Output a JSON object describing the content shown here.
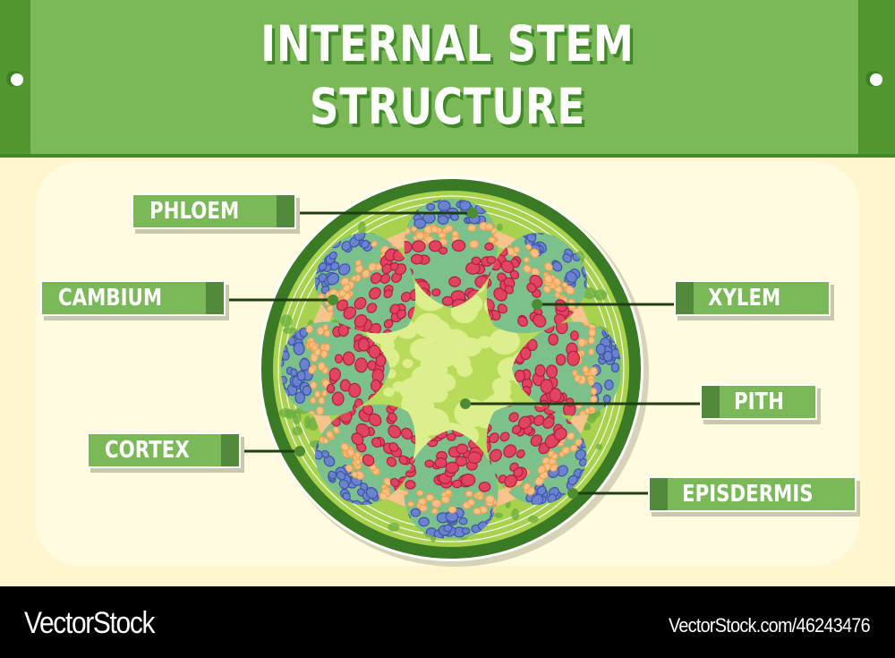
{
  "header": {
    "title_line1": "INTERNAL STEM",
    "title_line2": "STRUCTURE"
  },
  "labels": {
    "phloem": "PHLOEM",
    "cambium": "CAMBIUM",
    "cortex": "CORTEX",
    "xylem": "XYLEM",
    "pith": "PITH",
    "epidermis": "EPISDERMIS"
  },
  "colors": {
    "header_green": "#7ab858",
    "dark_green": "#3f8a26",
    "label_band": "#53893a",
    "phloem_blue": "#6b82cf",
    "cambium_orange": "#f5a14a",
    "xylem_red": "#e2435e",
    "pith_light": "#dcef8c",
    "cortex_green": "#a8d24e",
    "epidermis_dark": "#3a7a25",
    "background": "#fff6cf"
  },
  "footer": {
    "brand": "VectorStock",
    "reference": "VectorStock.com/46243476"
  }
}
